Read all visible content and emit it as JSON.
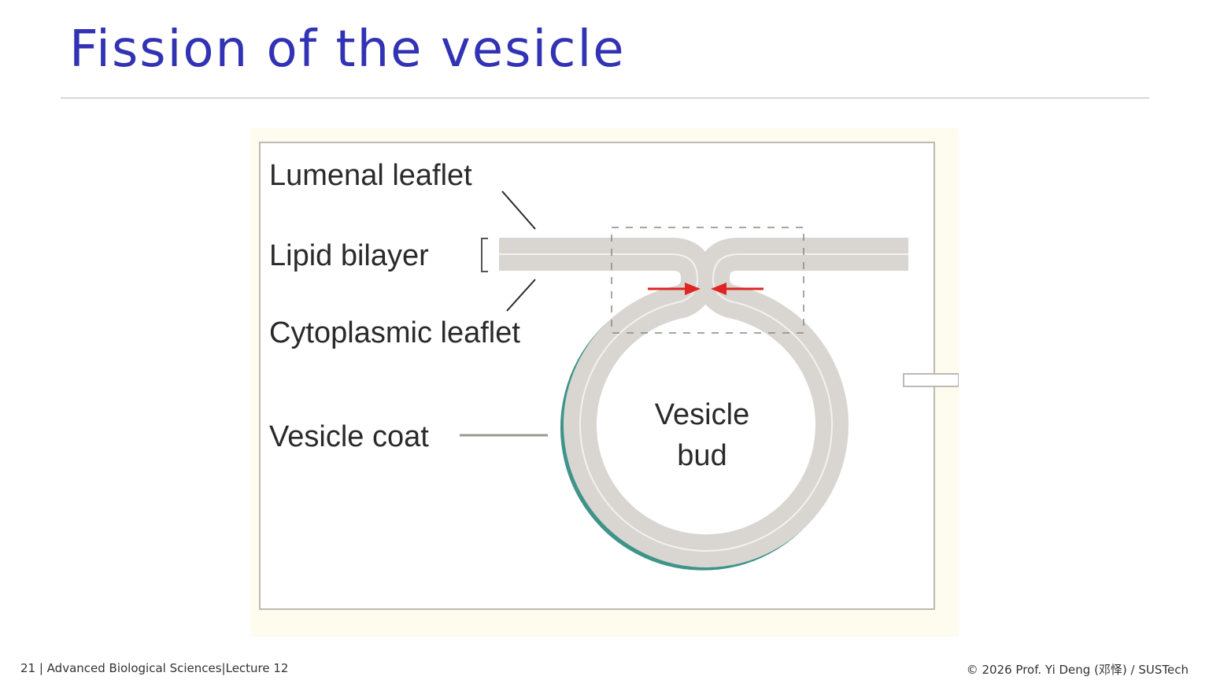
{
  "slide": {
    "title": "Fission of the vesicle",
    "footer_left": "21 | Advanced Biological Sciences|Lecture 12",
    "footer_right": "© 2026 Prof. Yi Deng (邓怿) / SUSTech"
  },
  "diagram": {
    "labels": {
      "lumenal": "Lumenal leaflet",
      "lipid": "Lipid bilayer",
      "cyto": "Cytoplasmic leaflet",
      "coat": "Vesicle coat",
      "bud_line1": "Vesicle",
      "bud_line2": "bud"
    },
    "colors": {
      "panel_bg": "#fefcee",
      "membrane": "#d9d6d2",
      "membrane_inner": "#f3f1ee",
      "coat": "#3f948a",
      "arrow": "#e02424",
      "pointer": "#2a2a2a"
    }
  }
}
